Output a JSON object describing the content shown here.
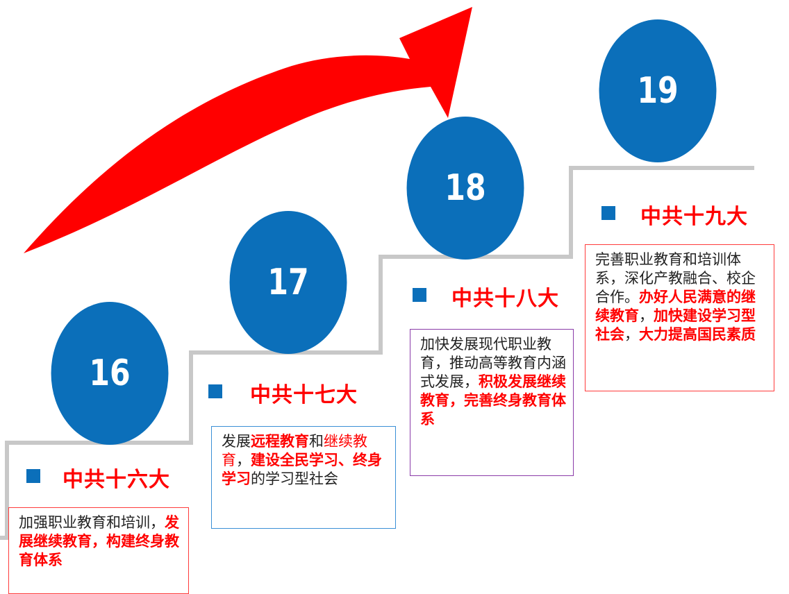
{
  "stages": [
    {
      "number": "16",
      "title": "中共十六大",
      "segments": [
        {
          "text": "加强职业教育和培训，",
          "style": "normal"
        },
        {
          "text": "发展继续教育，构建终身教育体系",
          "style": "bold-red"
        }
      ]
    },
    {
      "number": "17",
      "title": "中共十七大",
      "segments": [
        {
          "text": "发展",
          "style": "normal"
        },
        {
          "text": "远程教育",
          "style": "bold-red"
        },
        {
          "text": "和",
          "style": "normal"
        },
        {
          "text": "继续教育",
          "style": "red"
        },
        {
          "text": "，",
          "style": "normal"
        },
        {
          "text": "建设全民学习、终身学习",
          "style": "bold-red"
        },
        {
          "text": "的学习型社会",
          "style": "normal"
        }
      ]
    },
    {
      "number": "18",
      "title": "中共十八大",
      "segments": [
        {
          "text": "加快发展现代职业教育，推动高等教育内涵式发展，",
          "style": "normal"
        },
        {
          "text": "积极发展继续教育，完善终身教育体系",
          "style": "bold-red"
        }
      ]
    },
    {
      "number": "19",
      "title": "中共十九大",
      "segments": [
        {
          "text": "完善职业教育和培训体系，深化产教融合、校企合作。",
          "style": "normal"
        },
        {
          "text": "办好人民满意的继续教育",
          "style": "bold-red"
        },
        {
          "text": "，",
          "style": "normal"
        },
        {
          "text": "加快建设学习型社会",
          "style": "bold-red"
        },
        {
          "text": "，",
          "style": "normal"
        },
        {
          "text": "大力提高国民素质",
          "style": "bold-red"
        }
      ]
    }
  ],
  "colors": {
    "circle": "#0b6fba",
    "arrow": "#ff0000",
    "title": "#ff0000",
    "steps": "#c8c8c8"
  }
}
